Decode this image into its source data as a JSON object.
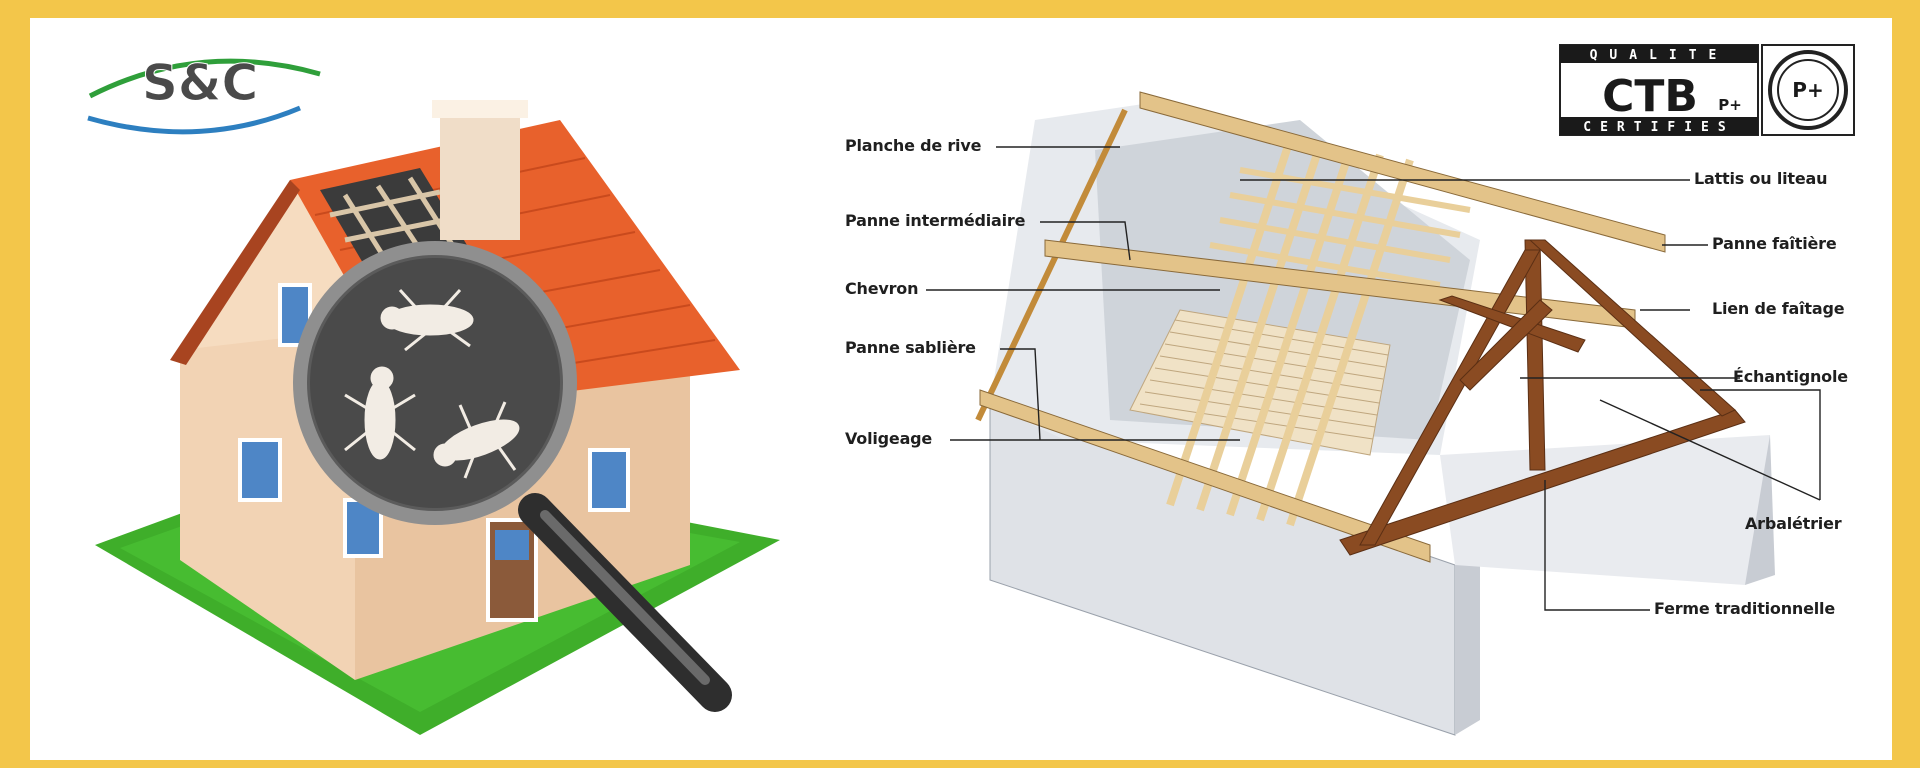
{
  "logo": {
    "text": "S&C"
  },
  "certification": {
    "top_text": "QUALITE",
    "main_text": "CTB",
    "suffix": "P+",
    "bottom_text": "CERTIFIES",
    "badge_text": "P+"
  },
  "diagram": {
    "labels_left": [
      "Planche de rive",
      "Panne intermédiaire",
      "Chevron",
      "Panne sablière",
      "Voligeage"
    ],
    "labels_right": [
      "Lattis ou liteau",
      "Panne faîtière",
      "Lien de faîtage",
      "Échantignole",
      "Arbalétrier",
      "Ferme traditionnelle"
    ]
  },
  "colors": {
    "frame": "#f3c64a",
    "roof_tile": "#e8612c",
    "wall": "#f2d3b4",
    "grass": "#3fae2a",
    "wood_dark": "#8a4b22",
    "wood_light": "#e9cf9a",
    "masonry": "#dfe2e7"
  }
}
